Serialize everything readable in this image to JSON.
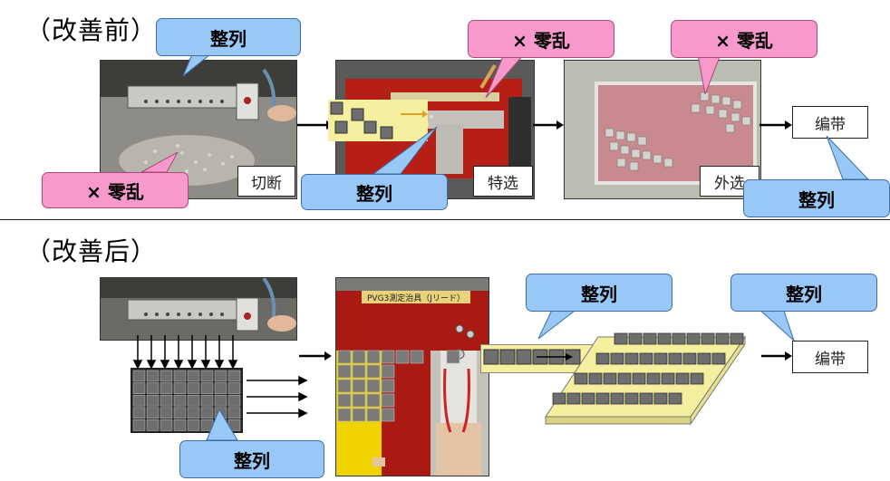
{
  "before": {
    "heading": "（改善前）",
    "steps": {
      "cut": "切断",
      "special": "特选",
      "outer": "外选",
      "tape": "编带"
    },
    "callouts": {
      "align1": "整列",
      "messy1": "× 零乱",
      "align2": "整列",
      "messy2": "× 零乱",
      "messy3": "× 零乱",
      "align3": "整列"
    }
  },
  "after": {
    "heading": "（改善后）",
    "steps": {
      "tape": "编带"
    },
    "callouts": {
      "align1": "整列",
      "align2": "整列",
      "align3": "整列"
    },
    "jig_label": "PVG3測定治具（Jリード）"
  },
  "colors": {
    "callout_blue": "#99c8f7",
    "callout_pink": "#f79acb",
    "chip_gray": "#6e6e6e",
    "tray_yellow": "#f5f0a0",
    "jig_red": "#b51f16"
  }
}
